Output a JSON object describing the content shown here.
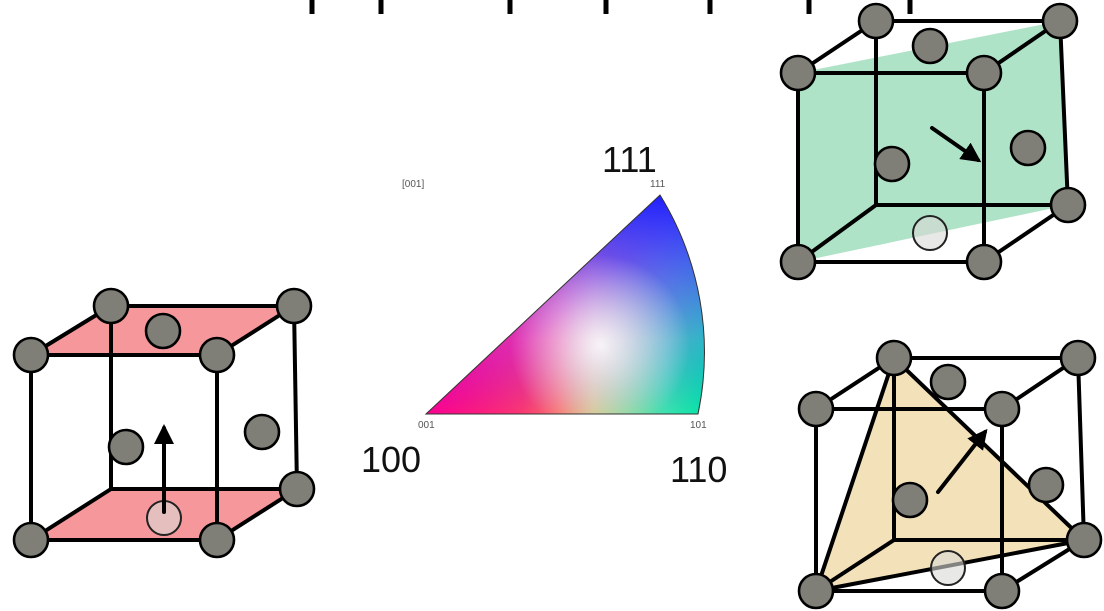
{
  "ipf": {
    "corner_labels": {
      "top": "111",
      "left": "100",
      "right": "110"
    },
    "small_labels": {
      "direction": "[001]",
      "top": "111",
      "left": "001",
      "right": "101"
    }
  },
  "cubes": [
    {
      "name": "cube-100",
      "plane_color": "#f4868a",
      "arrow": "up"
    },
    {
      "name": "cube-110",
      "plane_color": "#a6e0c2",
      "arrow": "diagonal-down-right"
    },
    {
      "name": "cube-111",
      "plane_color": "#f1dfb5",
      "arrow": "diagonal-up-right"
    }
  ]
}
